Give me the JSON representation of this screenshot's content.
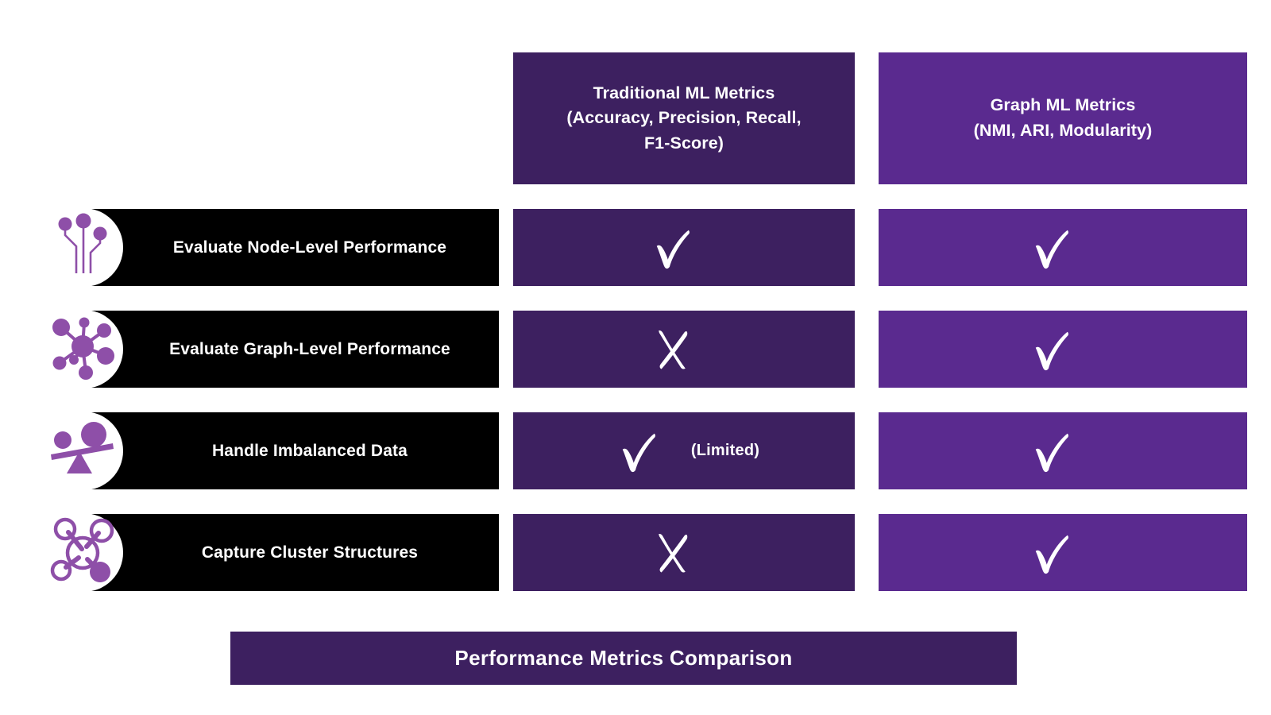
{
  "palette": {
    "traditional_column": "#3d2060",
    "graph_column": "#5a2a8f",
    "label_bar": "#000000",
    "icon_purple": "#8e4fa8",
    "text": "#ffffff",
    "background": "#ffffff"
  },
  "columns": [
    {
      "id": "traditional",
      "title_line1": "Traditional ML Metrics",
      "title_line2": "(Accuracy, Precision, Recall,",
      "title_line3": "F1-Score)"
    },
    {
      "id": "graph",
      "title_line1": "Graph ML Metrics",
      "title_line2": "(NMI, ARI, Modularity)",
      "title_line3": ""
    }
  ],
  "rows": [
    {
      "label": "Evaluate Node-Level Performance",
      "icon": "circuit-nodes-icon",
      "traditional": {
        "mark": "check",
        "note": ""
      },
      "graph": {
        "mark": "check",
        "note": ""
      }
    },
    {
      "label": "Evaluate Graph-Level Performance",
      "icon": "network-hub-icon",
      "traditional": {
        "mark": "cross",
        "note": ""
      },
      "graph": {
        "mark": "check",
        "note": ""
      }
    },
    {
      "label": "Handle Imbalanced Data",
      "icon": "balance-scale-icon",
      "traditional": {
        "mark": "check",
        "note": "(Limited)"
      },
      "graph": {
        "mark": "check",
        "note": ""
      }
    },
    {
      "label": "Capture Cluster Structures",
      "icon": "molecule-cluster-icon",
      "traditional": {
        "mark": "cross",
        "note": ""
      },
      "graph": {
        "mark": "check",
        "note": ""
      }
    }
  ],
  "footer": {
    "title": "Performance Metrics Comparison"
  }
}
